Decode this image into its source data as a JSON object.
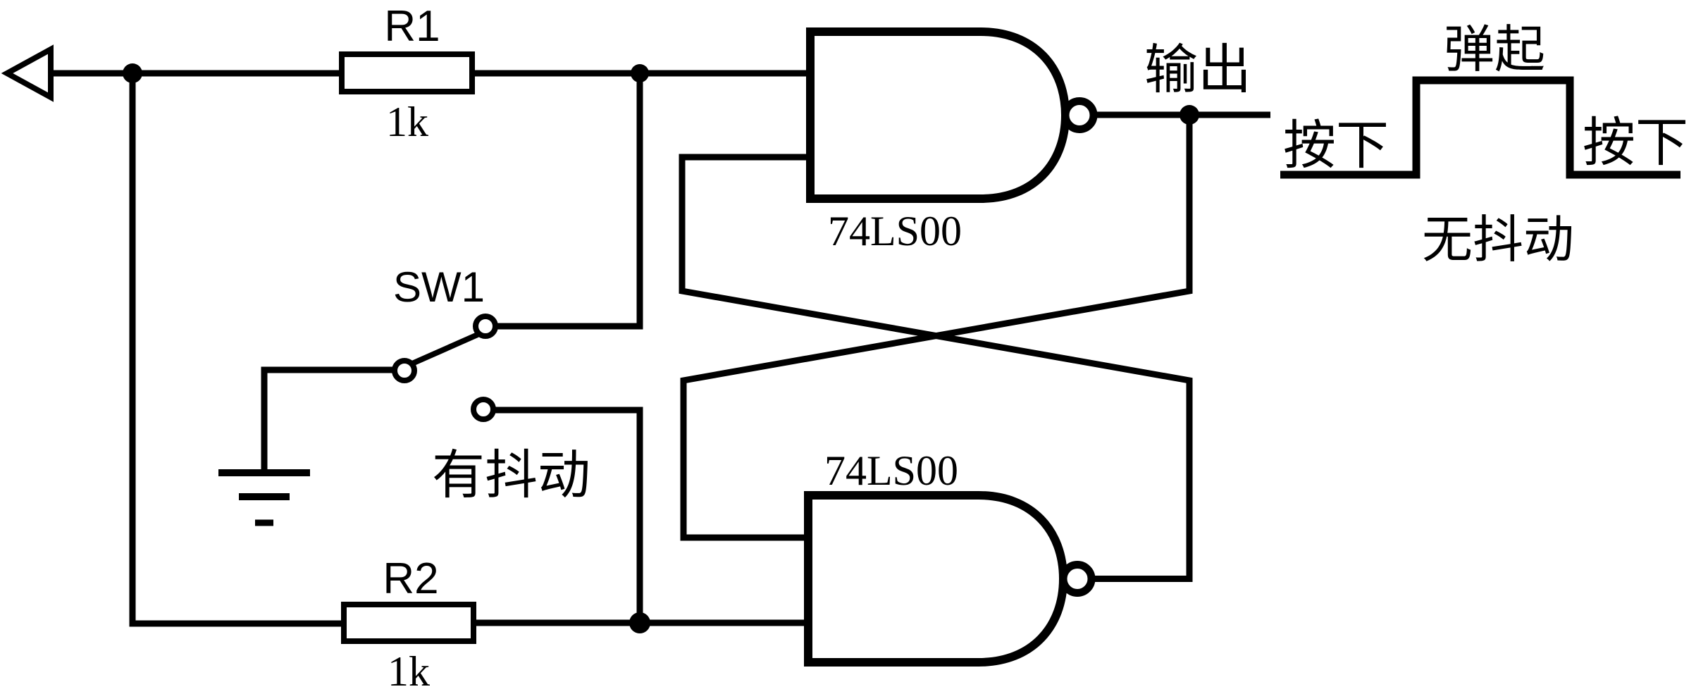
{
  "diagram": {
    "type": "circuit-schematic",
    "description": "Switch debounce circuit built from a 74LS00 NAND-gate SR latch, with input waveform annotation",
    "colors": {
      "ink": "#000000",
      "background": "#ffffff"
    }
  },
  "components": {
    "r1": {
      "ref": "R1",
      "value": "1k"
    },
    "r2": {
      "ref": "R2",
      "value": "1k"
    },
    "sw1": {
      "ref": "SW1"
    },
    "gate_top": {
      "part": "74LS00"
    },
    "gate_bottom": {
      "part": "74LS00"
    }
  },
  "labels": {
    "output": "输出",
    "bouncy": "有抖动",
    "clean": "无抖动",
    "press_left": "按下",
    "release": "弹起",
    "press_right": "按下"
  },
  "waveform": {
    "levels": [
      "low",
      "high",
      "low"
    ],
    "edge_annotations": [
      "按下",
      "弹起",
      "按下"
    ],
    "caption": "无抖动"
  }
}
